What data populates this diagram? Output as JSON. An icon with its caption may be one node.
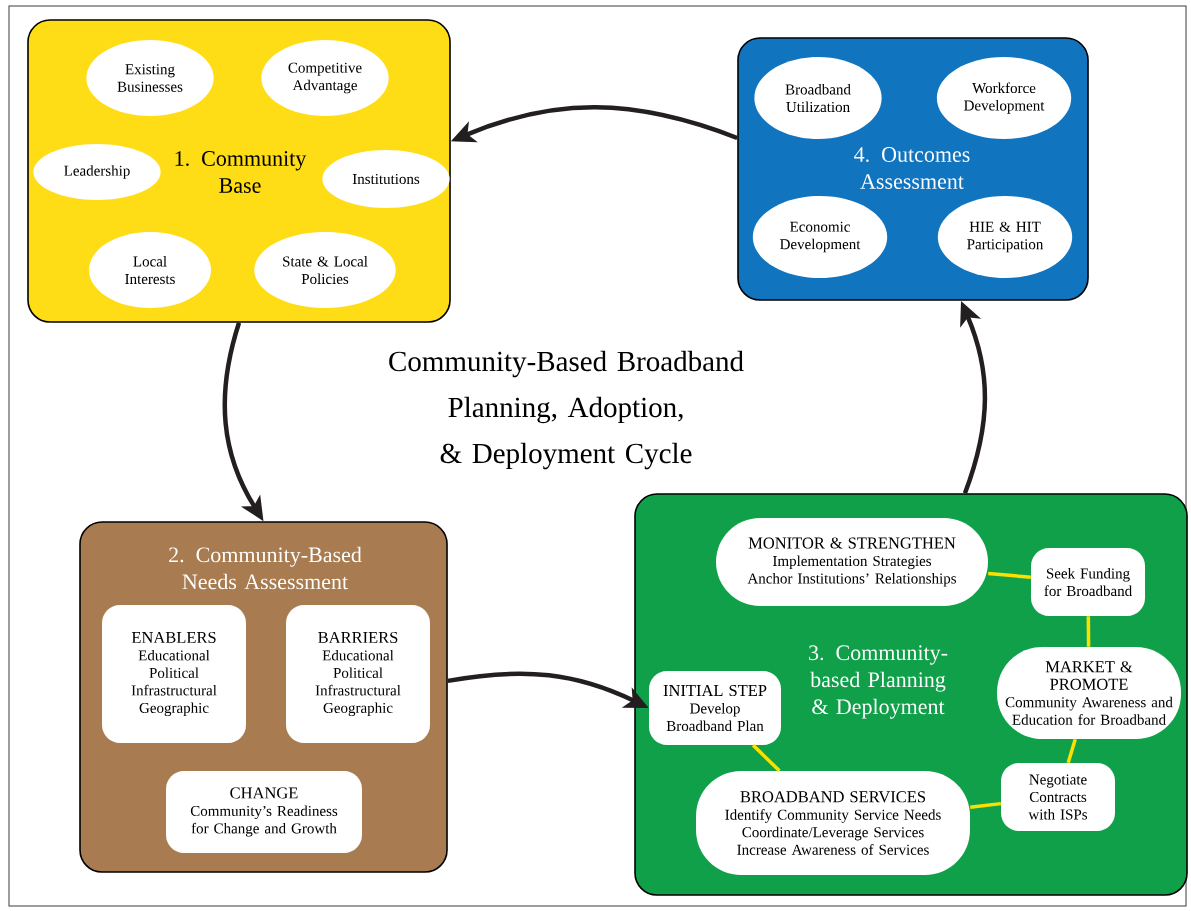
{
  "diagram": {
    "title": "Community-Based Broadband Planning, Adoption, & Deployment Cycle",
    "nodes": [
      {
        "text": [
          "1. Community Base"
        ]
      },
      {
        "text": [
          "Existing Businesses"
        ],
        "in": 0
      },
      {
        "text": [
          "Competitive Advantage"
        ],
        "in": 0
      },
      {
        "text": [
          "Leadership"
        ],
        "in": 0
      },
      {
        "text": [
          "Institutions"
        ],
        "in": 0
      },
      {
        "text": [
          "Local Interests"
        ],
        "in": 0
      },
      {
        "text": [
          "State & Local Policies"
        ],
        "in": 0
      },
      {
        "text": [
          "4. Outcomes Assessment"
        ]
      },
      {
        "text": [
          "Broadband Utilization"
        ],
        "in": 7
      },
      {
        "text": [
          "Workforce Development"
        ],
        "in": 7
      },
      {
        "text": [
          "Economic Development"
        ],
        "in": 7
      },
      {
        "text": [
          "HIE & HIT Participation"
        ],
        "in": 7
      },
      {
        "text": [
          "2. Community-Based Needs Assessment"
        ]
      },
      {
        "text": [
          "ENABLERS",
          "Educational",
          "Political",
          "Infrastructural",
          "Geographic"
        ],
        "in": 12
      },
      {
        "text": [
          "BARRIERS",
          "Educational",
          "Political",
          "Infrastructural",
          "Geographic"
        ],
        "in": 12
      },
      {
        "text": [
          "CHANGE",
          "Community’s Readiness for Change and Growth"
        ],
        "in": 12
      },
      {
        "text": [
          "3. Community-based Planning & Deployment"
        ]
      },
      {
        "text": [
          "MONITOR & STRENGTHEN",
          "Implementation Strategies",
          "Anchor Institutions’ Relationships"
        ],
        "in": 16
      },
      {
        "text": [
          "Seek Funding for Broadband"
        ],
        "in": 16
      },
      {
        "text": [
          "MARKET & PROMOTE",
          "Community Awareness and Education for Broadband"
        ],
        "in": 16
      },
      {
        "text": [
          "INITIAL STEP",
          "Develop Broadband Plan"
        ],
        "in": 16
      },
      {
        "text": [
          "Negotiate Contracts with ISPs"
        ],
        "in": 16
      },
      {
        "text": [
          "BROADBAND SERVICES",
          "Identify Community Service Needs",
          "Coordinate/Leverage Services",
          "Increase Awareness of Services"
        ],
        "in": 16
      }
    ],
    "edges": [
      {
        "from": 7,
        "to": 0,
        "arrow": "to",
        "color": "#231f20"
      },
      {
        "from": 0,
        "to": 12,
        "arrow": "to",
        "color": "#231f20"
      },
      {
        "from": 12,
        "to": 20,
        "arrow": "to",
        "color": "#231f20"
      },
      {
        "from": 16,
        "to": 7,
        "arrow": "to",
        "color": "#231f20"
      },
      {
        "from": 17,
        "to": 18,
        "arrow": "none",
        "color": "#fce000"
      },
      {
        "from": 18,
        "to": 19,
        "arrow": "none",
        "color": "#fce000"
      },
      {
        "from": 19,
        "to": 21,
        "arrow": "none",
        "color": "#fce000"
      },
      {
        "from": 21,
        "to": 22,
        "arrow": "none",
        "color": "#fce000"
      },
      {
        "from": 22,
        "to": 20,
        "arrow": "none",
        "color": "#fce000"
      }
    ]
  }
}
